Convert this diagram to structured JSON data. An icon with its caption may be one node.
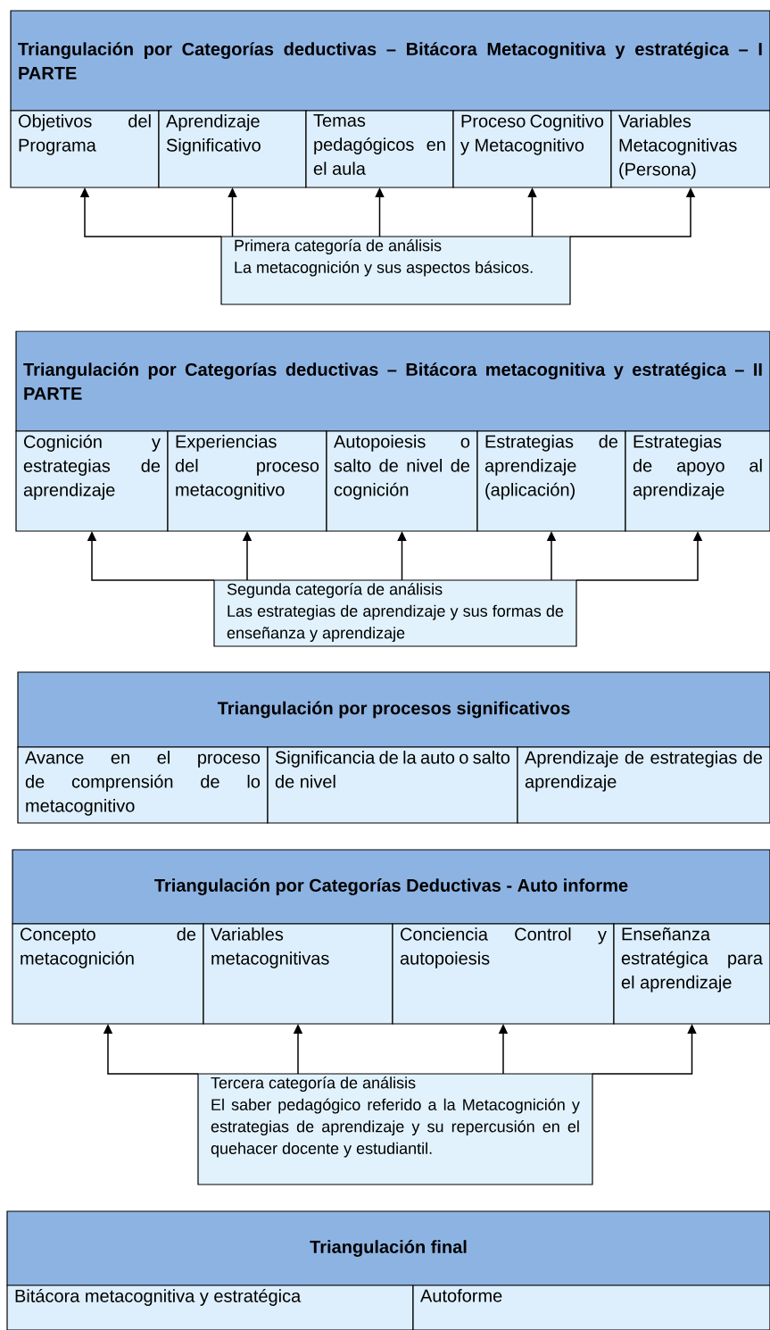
{
  "diagram": {
    "nodes": [
      {
        "text": [
          "Triangulación por Categorías deductivas – Bitácora Metacognitiva y estratégica – I PARTE"
        ]
      },
      {
        "text": [
          "Objetivos del Programa"
        ]
      },
      {
        "text": [
          "Aprendizaje Significativo"
        ]
      },
      {
        "text": [
          "Temas pedagógicos en el aula"
        ]
      },
      {
        "text": [
          "Proceso Cognitivo y Metacognitivo"
        ]
      },
      {
        "text": [
          "Variables Metacognitivas (Persona)"
        ]
      },
      {
        "text": [
          "Primera categoría de análisis",
          "La metacognición y sus aspectos básicos."
        ]
      },
      {
        "text": [
          "Triangulación por Categorías deductivas – Bitácora metacognitiva y estratégica – II PARTE"
        ]
      },
      {
        "text": [
          "Cognición y estrategias de aprendizaje"
        ]
      },
      {
        "text": [
          "Experiencias del proceso metacognitivo"
        ]
      },
      {
        "text": [
          "Autopoiesis o salto de nivel de cognición"
        ]
      },
      {
        "text": [
          "Estrategias de aprendizaje (aplicación)"
        ]
      },
      {
        "text": [
          "Estrategias de apoyo al aprendizaje"
        ]
      },
      {
        "text": [
          "Segunda categoría de análisis",
          "Las estrategias de aprendizaje y sus formas de enseñanza y aprendizaje"
        ]
      },
      {
        "text": [
          "Triangulación por procesos significativos"
        ]
      },
      {
        "text": [
          "Avance en el proceso de comprensión de lo metacognitivo"
        ]
      },
      {
        "text": [
          "Significancia de la auto o salto de nivel"
        ]
      },
      {
        "text": [
          "Aprendizaje de estrategias de aprendizaje"
        ]
      },
      {
        "text": [
          "Triangulación por Categorías Deductivas - Auto informe"
        ]
      },
      {
        "text": [
          "Concepto de metacognición"
        ]
      },
      {
        "text": [
          "Variables metacognitivas"
        ]
      },
      {
        "text": [
          "Conciencia Control y autopoiesis"
        ]
      },
      {
        "text": [
          "Enseñanza estratégica para el aprendizaje"
        ]
      },
      {
        "text": [
          "Tercera categoría de análisis",
          "El saber pedagógico referido a la Metacognición y estrategias de aprendizaje y su repercusión en el quehacer docente y estudiantil."
        ]
      },
      {
        "text": [
          "Triangulación final"
        ]
      },
      {
        "text": [
          "Bitácora metacognitiva y estratégica"
        ]
      },
      {
        "text": [
          "Autoforme"
        ]
      }
    ],
    "edges": [
      {
        "from": 6,
        "to": 1,
        "arrow": "to"
      },
      {
        "from": 6,
        "to": 2,
        "arrow": "to"
      },
      {
        "from": 6,
        "to": 3,
        "arrow": "to"
      },
      {
        "from": 6,
        "to": 4,
        "arrow": "to"
      },
      {
        "from": 6,
        "to": 5,
        "arrow": "to"
      },
      {
        "from": 13,
        "to": 8,
        "arrow": "to"
      },
      {
        "from": 13,
        "to": 9,
        "arrow": "to"
      },
      {
        "from": 13,
        "to": 10,
        "arrow": "to"
      },
      {
        "from": 13,
        "to": 11,
        "arrow": "to"
      },
      {
        "from": 13,
        "to": 12,
        "arrow": "to"
      },
      {
        "from": 23,
        "to": 19,
        "arrow": "to"
      },
      {
        "from": 23,
        "to": 20,
        "arrow": "to"
      },
      {
        "from": 23,
        "to": 21,
        "arrow": "to"
      },
      {
        "from": 23,
        "to": 22,
        "arrow": "to"
      }
    ]
  }
}
